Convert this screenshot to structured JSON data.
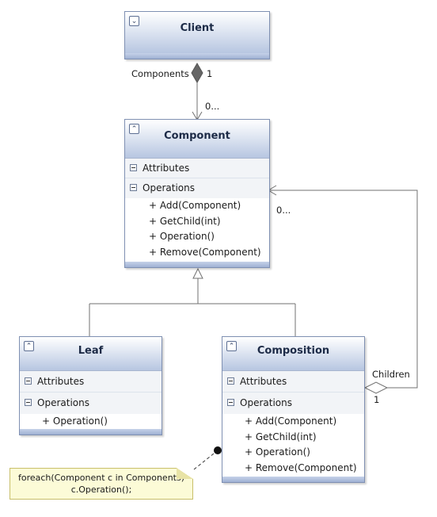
{
  "classes": {
    "client": {
      "name": "Client",
      "toggle": "⌄"
    },
    "component": {
      "name": "Component",
      "toggle": "⌃",
      "attributes": "Attributes",
      "operations_label": "Operations",
      "operations": [
        "+ Add(Component)",
        "+ GetChild(int)",
        "+ Operation()",
        "+ Remove(Component)"
      ]
    },
    "leaf": {
      "name": "Leaf",
      "toggle": "⌃",
      "attributes": "Attributes",
      "operations_label": "Operations",
      "operations": [
        "+ Operation()"
      ]
    },
    "composition": {
      "name": "Composition",
      "toggle": "⌃",
      "attributes": "Attributes",
      "operations_label": "Operations",
      "operations": [
        "+ Add(Component)",
        "+ GetChild(int)",
        "+ Operation()",
        "+ Remove(Component)"
      ]
    }
  },
  "associations": {
    "client_role": "Components",
    "client_mult": "1",
    "component_mult": "0...",
    "children_role": "Children",
    "children_mult": "1",
    "self_mult": "0..."
  },
  "note": {
    "line1": "foreach(Component c in Components)",
    "line2": "c.Operation();"
  },
  "colors": {
    "header_gradient_bottom": "#b7c6e1",
    "border": "#7f90b2",
    "note_fill": "#fcfbd7"
  }
}
